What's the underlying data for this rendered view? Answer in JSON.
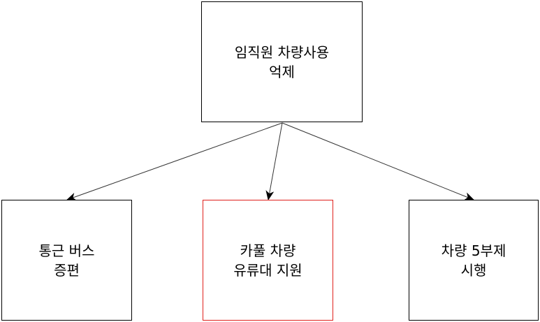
{
  "diagram": {
    "root": {
      "label": "임직원 차량사용\n억제"
    },
    "children": [
      {
        "id": "bus",
        "label": "통근 버스\n증편",
        "border_color": "#000000"
      },
      {
        "id": "car",
        "label": "카풀 차량\n유류대 지원",
        "border_color": "#e0201b"
      },
      {
        "id": "5day",
        "label": "차량 5부제\n시행",
        "border_color": "#000000"
      }
    ],
    "edge_color": "#333333"
  }
}
